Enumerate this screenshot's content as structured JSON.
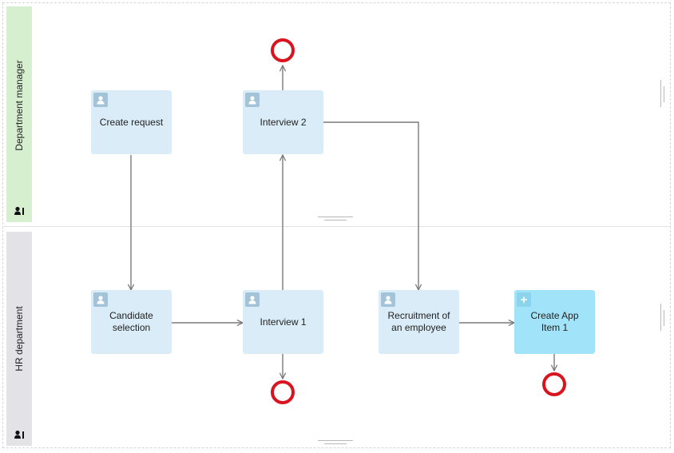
{
  "lanes": {
    "manager": {
      "title": "Department manager",
      "icon": "user-lane-icon"
    },
    "hr": {
      "title": "HR department",
      "icon": "user-lane-icon"
    }
  },
  "tasks": {
    "create_request": {
      "label": "Create request",
      "icon": "user-task-icon"
    },
    "interview2": {
      "label": "Interview 2",
      "icon": "user-task-icon"
    },
    "candidate_selection": {
      "label": "Candidate selection",
      "icon": "user-task-icon"
    },
    "interview1": {
      "label": "Interview 1",
      "icon": "user-task-icon"
    },
    "recruitment": {
      "label": "Recruitment of an employee",
      "icon": "user-task-icon"
    },
    "create_app_item": {
      "label": "Create App Item 1",
      "icon": "plus-icon"
    }
  },
  "colors": {
    "manager_lane": "#d6efcf",
    "hr_lane": "#e3e2e4",
    "task_fill": "#d9ecf7",
    "app_task_fill": "#a1e4f9",
    "end_event": "#d9141f",
    "connector": "#7a7a7a"
  }
}
